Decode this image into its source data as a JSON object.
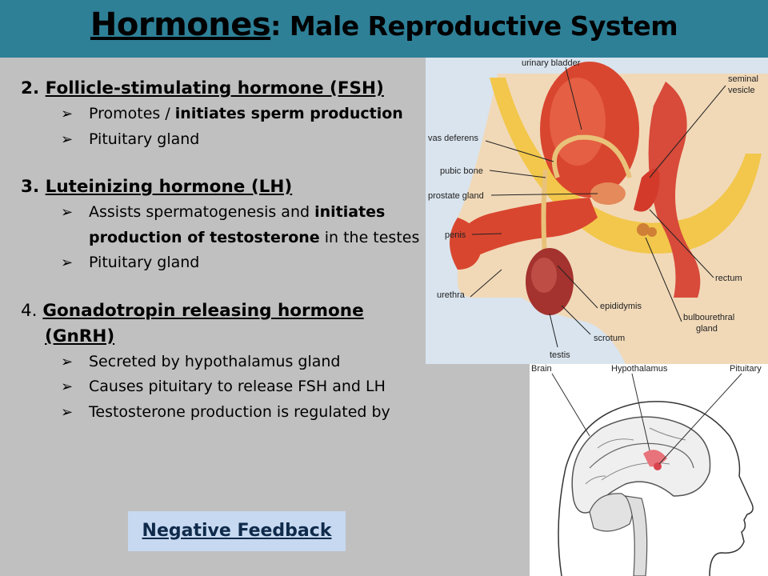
{
  "title": {
    "part1": "Hormones",
    "part2": ": Male Reproductive System"
  },
  "sections": [
    {
      "number": "2. ",
      "title": "Follicle-stimulating hormone (FSH)",
      "bullets": [
        {
          "pre": "Promotes / ",
          "bold": "initiates sperm production",
          "post": ""
        },
        {
          "pre": "Pituitary gland",
          "bold": "",
          "post": ""
        }
      ]
    },
    {
      "number": "3. ",
      "title": "Luteinizing hormone (LH)",
      "bullets": [
        {
          "pre": "Assists spermatogenesis and ",
          "bold": "initiates production of testosterone",
          "post": " in the testes"
        },
        {
          "pre": "Pituitary gland",
          "bold": "",
          "post": ""
        }
      ]
    },
    {
      "number": "4. ",
      "title_line1": "Gonadotropin releasing hormone",
      "title_line2": "(GnRH)",
      "bullets": [
        {
          "pre": "Secreted by hypothalamus gland"
        },
        {
          "pre": "Causes pituitary to release FSH and LH"
        },
        {
          "pre": "Testosterone production is regulated by"
        }
      ]
    }
  ],
  "bullet_icon": "arrow-bullet-icon",
  "highlight_box": {
    "label": "Negative Feedback",
    "bg": "#c6d9f1"
  },
  "colors": {
    "title_bar": "#2e8097",
    "background": "#c0c0c0"
  },
  "anatomy_labels": {
    "urinary_bladder": "urinary bladder",
    "seminal_vesicle_1": "seminal",
    "seminal_vesicle_2": "vesicle",
    "vas_deferens": "vas deferens",
    "pubic_bone": "pubic bone",
    "prostate_gland": "prostate gland",
    "penis": "penis",
    "rectum": "rectum",
    "urethra": "urethra",
    "epididymis": "epididymis",
    "bulbourethral_1": "bulbourethral",
    "bulbourethral_2": "gland",
    "scrotum": "scrotum",
    "testis": "testis"
  },
  "brain_labels": {
    "brain": "Brain",
    "hypothalamus": "Hypothalamus",
    "pituitary": "Pituitary"
  }
}
